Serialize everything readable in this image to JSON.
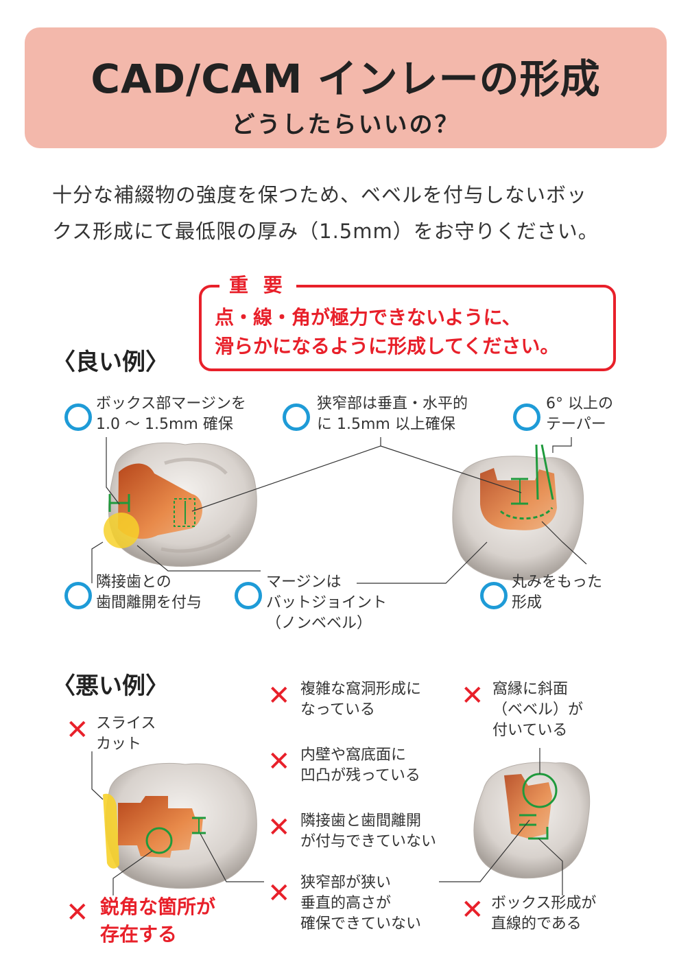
{
  "header": {
    "title": "CAD/CAM インレーの形成",
    "subtitle": "どうしたらいいの？"
  },
  "intro": {
    "line1": "十分な補綴物の強度を保つため、ベベルを付与しないボッ",
    "line2": "クス形成にて最低限の厚み（1.5mm）をお守りください。"
  },
  "important": {
    "label": "重 要",
    "line1": "点・線・角が極力できないように、",
    "line2": "滑らかになるように形成してください。"
  },
  "good": {
    "heading": "〈良い例〉",
    "items": [
      {
        "l1": "ボックス部マージンを",
        "l2": "1.0 〜 1.5mm 確保"
      },
      {
        "l1": "狭窄部は垂直・水平的",
        "l2": "に 1.5mm 以上確保"
      },
      {
        "l1": "6° 以上の",
        "l2": "テーパー"
      },
      {
        "l1": "隣接歯との",
        "l2": "歯間離開を付与"
      },
      {
        "l1": "マージンは",
        "l2": "バットジョイント",
        "l3": "（ノンベベル）"
      },
      {
        "l1": "丸みをもった",
        "l2": "形成"
      }
    ]
  },
  "bad": {
    "heading": "〈悪い例〉",
    "items": [
      {
        "l1": "スライス",
        "l2": "カット"
      },
      {
        "l1": "複雑な窩洞形成に",
        "l2": "なっている"
      },
      {
        "l1": "窩縁に斜面",
        "l2": "（ベベル）が",
        "l3": "付いている"
      },
      {
        "l1": "内壁や窩底面に",
        "l2": "凹凸が残っている"
      },
      {
        "l1": "隣接歯と歯間離開",
        "l2": "が付与できていない"
      },
      {
        "l1": "狭窄部が狭い",
        "l2": "垂直的高さが",
        "l3": "確保できていない"
      },
      {
        "l1": "ボックス形成が",
        "l2": "直線的である"
      },
      {
        "l1": "鋭角な箇所が",
        "l2": "存在する"
      }
    ]
  },
  "colors": {
    "header_bg": "#f3b8ab",
    "accent_red": "#e8202a",
    "good_circle": "#1e9bd7",
    "measure_green": "#1f9a3c",
    "highlight_yellow": "#f7d12a"
  }
}
